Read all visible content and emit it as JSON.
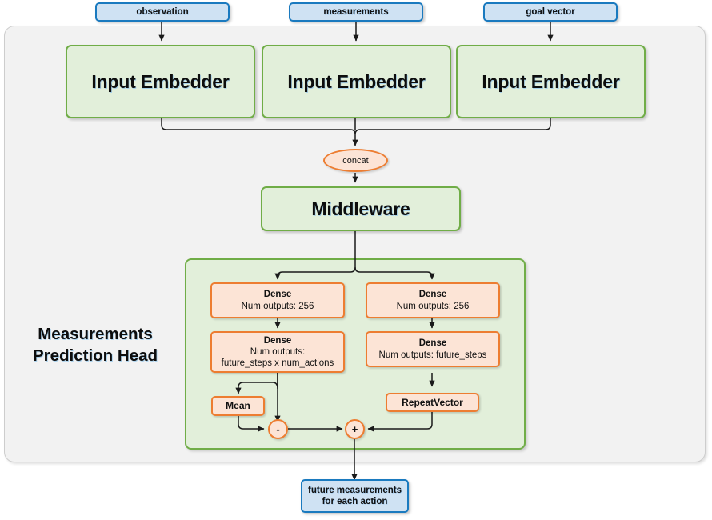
{
  "diagram": {
    "title": "Measurements Prediction Head",
    "colors": {
      "io_fill": "#cfe2f3",
      "io_border": "#1a7abf",
      "module_fill": "#e2efda",
      "module_border": "#70ad47",
      "op_fill": "#fce4d6",
      "op_border": "#ed7d31",
      "container_fill": "#f2f2f2",
      "container_border": "#cdcdcd",
      "arrow": "#1a1a1a"
    }
  },
  "inputs": [
    {
      "label": "observation"
    },
    {
      "label": "measurements"
    },
    {
      "label": "goal vector"
    }
  ],
  "embedders": [
    {
      "label": "Input Embedder"
    },
    {
      "label": "Input Embedder"
    },
    {
      "label": "Input Embedder"
    }
  ],
  "concat": {
    "label": "concat"
  },
  "middleware": {
    "label": "Middleware"
  },
  "head": {
    "label": "Measurements\nPrediction Head",
    "label_line1": "Measurements",
    "label_line2": "Prediction Head",
    "left_branch": {
      "dense1": {
        "title": "Dense",
        "sub": "Num outputs: 256"
      },
      "dense2": {
        "title": "Dense",
        "sub_line1": "Num outputs:",
        "sub_line2": "future_steps x num_actions"
      },
      "mean": {
        "label": "Mean"
      },
      "subtract": {
        "label": "-"
      }
    },
    "right_branch": {
      "dense1": {
        "title": "Dense",
        "sub": "Num outputs: 256"
      },
      "dense2": {
        "title": "Dense",
        "sub": "Num outputs: future_steps"
      },
      "repeat_vector": {
        "label": "RepeatVector"
      }
    },
    "add": {
      "label": "+"
    }
  },
  "output": {
    "line1": "future measurements",
    "line2": "for each action"
  }
}
